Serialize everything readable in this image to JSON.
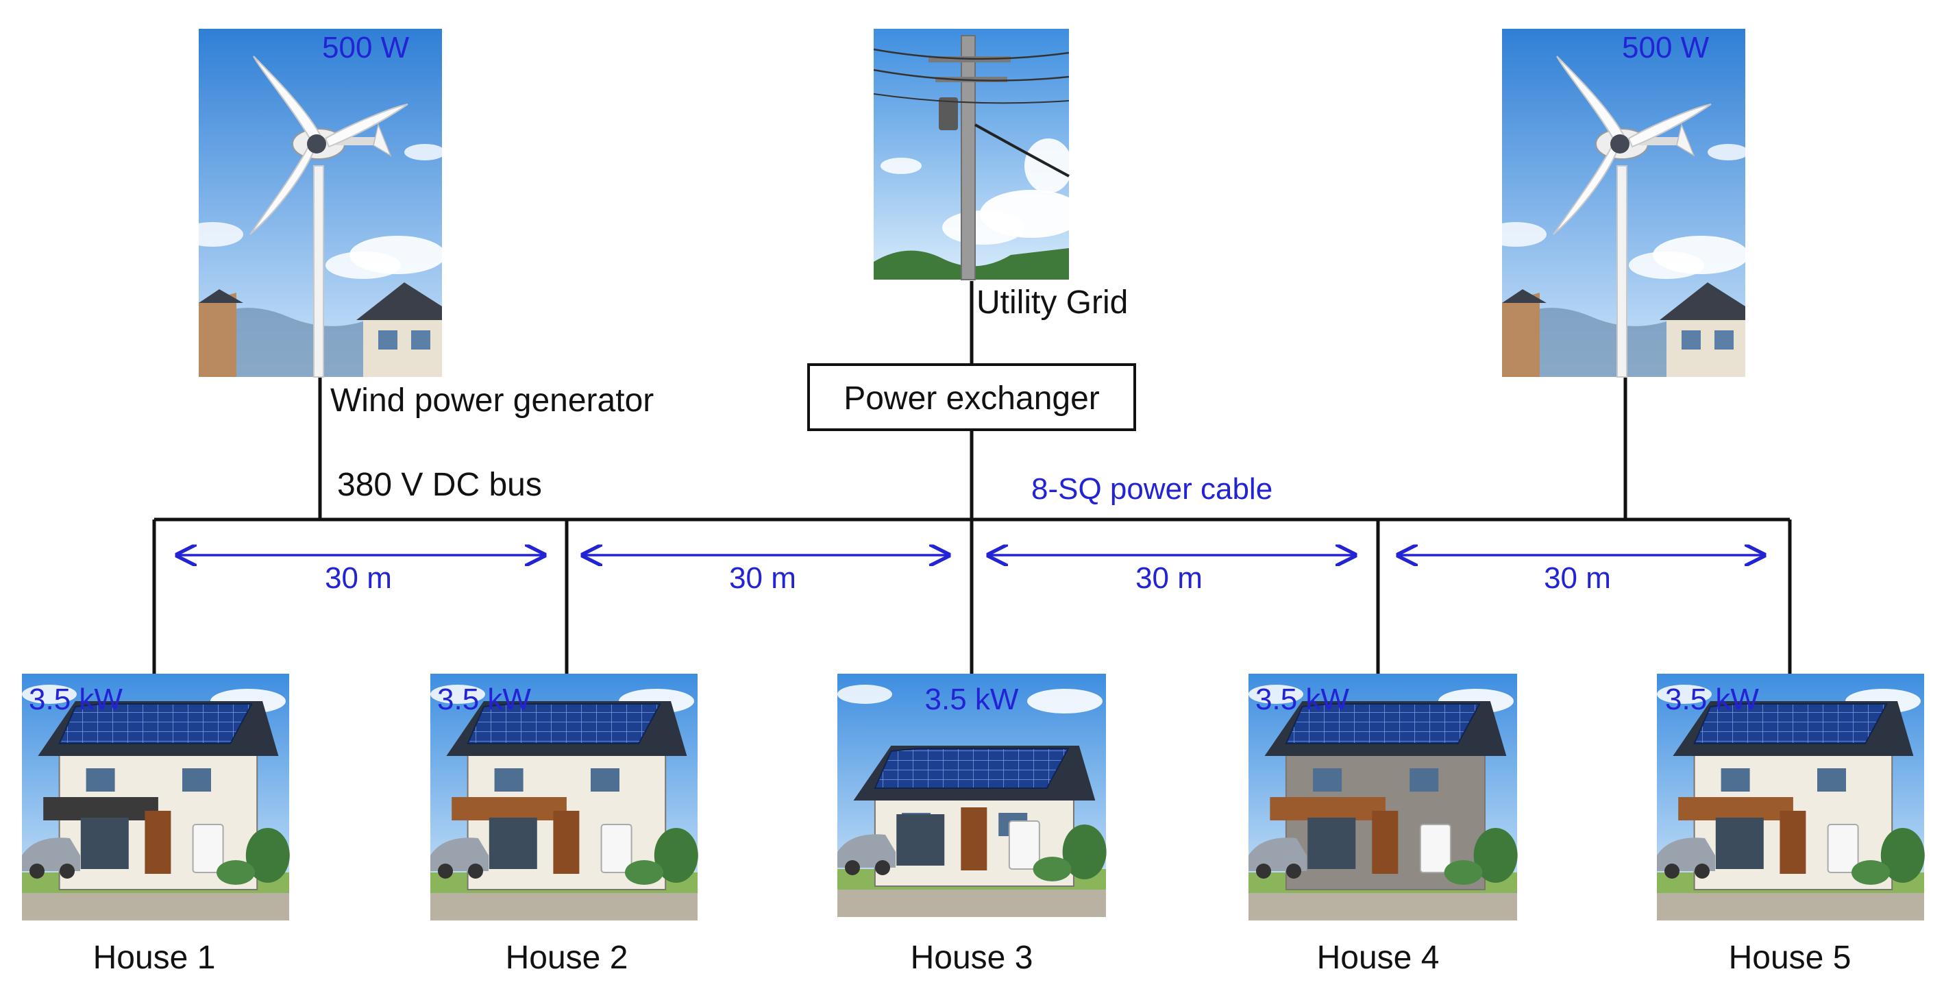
{
  "colors": {
    "wire": "#111111",
    "dimension": "#2323d6",
    "sky_top": "#2f7fd6",
    "sky_bottom": "#cfe6fb",
    "solar_panel": "#1d3f8f",
    "roof": "#2d3441"
  },
  "turbines": [
    {
      "name": "wind-turbine-left",
      "power": "500 W",
      "icon": "wind-turbine-icon"
    },
    {
      "name": "wind-turbine-right",
      "power": "500 W",
      "icon": "wind-turbine-icon"
    }
  ],
  "grid": {
    "label": "Utility Grid",
    "icon": "utility-pole-icon"
  },
  "exchanger": {
    "label": "Power exchanger"
  },
  "generator_label": "Wind power generator",
  "bus_label": "380 V DC bus",
  "cable_label": "8-SQ power cable",
  "spans": [
    "30 m",
    "30 m",
    "30 m",
    "30 m"
  ],
  "houses": [
    {
      "name": "House 1",
      "pv": "3.5 kW",
      "icon": "house-with-solar-panels-icon"
    },
    {
      "name": "House 2",
      "pv": "3.5 kW",
      "icon": "house-with-solar-panels-icon"
    },
    {
      "name": "House 3",
      "pv": "3.5 kW",
      "icon": "house-with-solar-panels-icon"
    },
    {
      "name": "House 4",
      "pv": "3.5 kW",
      "icon": "house-with-solar-panels-icon"
    },
    {
      "name": "House 5",
      "pv": "3.5 kW",
      "icon": "house-with-solar-panels-icon"
    }
  ]
}
